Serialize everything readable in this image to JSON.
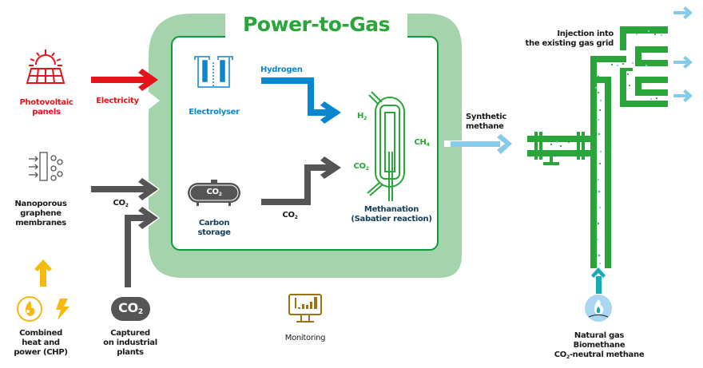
{
  "title": "Power-to-Gas",
  "colors": {
    "outer_frame": "#a5d3ad",
    "inner_border": "#0e9a3b",
    "electricity": "#e3141b",
    "hydrogen": "#0a86cf",
    "co2": "#555555",
    "methanation": "#2aa53a",
    "synthetic_methane": "#87cbeb",
    "chp": "#f5b90f",
    "natural_gas": "#17a9b5",
    "monitoring": "#9a7412"
  },
  "sources": {
    "photovoltaic": "Photovoltaic panels",
    "photovoltaic_l1": "Photovoltaic",
    "photovoltaic_l2": "panels",
    "membranes_l1": "Nanoporous",
    "membranes_l2": "graphene",
    "membranes_l3": "membranes",
    "chp_l1": "Combined",
    "chp_l2": "heat and",
    "chp_l3": "power (CHP)",
    "captured_l1": "Captured",
    "captured_l2": "on industrial",
    "captured_l3": "plants",
    "co2_badge": "CO",
    "co2_badge_sub": "2"
  },
  "flows": {
    "electricity": "Electricity",
    "hydrogen": "Hydrogen",
    "co2_main": "CO",
    "co2_sub": "2",
    "synthetic_l1": "Synthetic",
    "synthetic_l2": "methane"
  },
  "process": {
    "electrolyser": "Electrolyser",
    "carbon_l1": "Carbon",
    "carbon_l2": "storage",
    "tank_label": "CO",
    "tank_sub": "2",
    "h2": "H",
    "h2_sub": "2",
    "co2_in": "CO",
    "co2_in_sub": "2",
    "ch4": "CH",
    "ch4_sub": "4",
    "methanation_l1": "Methanation",
    "methanation_l2": "(Sabatier reaction)"
  },
  "grid": {
    "injection_l1": "Injection into",
    "injection_l2": "the existing gas grid",
    "natural_gas": "Natural gas",
    "biomethane": "Biomethane",
    "neutral_pre": "CO",
    "neutral_sub": "2",
    "neutral_post": "-neutral methane"
  },
  "monitoring": "Monitoring"
}
